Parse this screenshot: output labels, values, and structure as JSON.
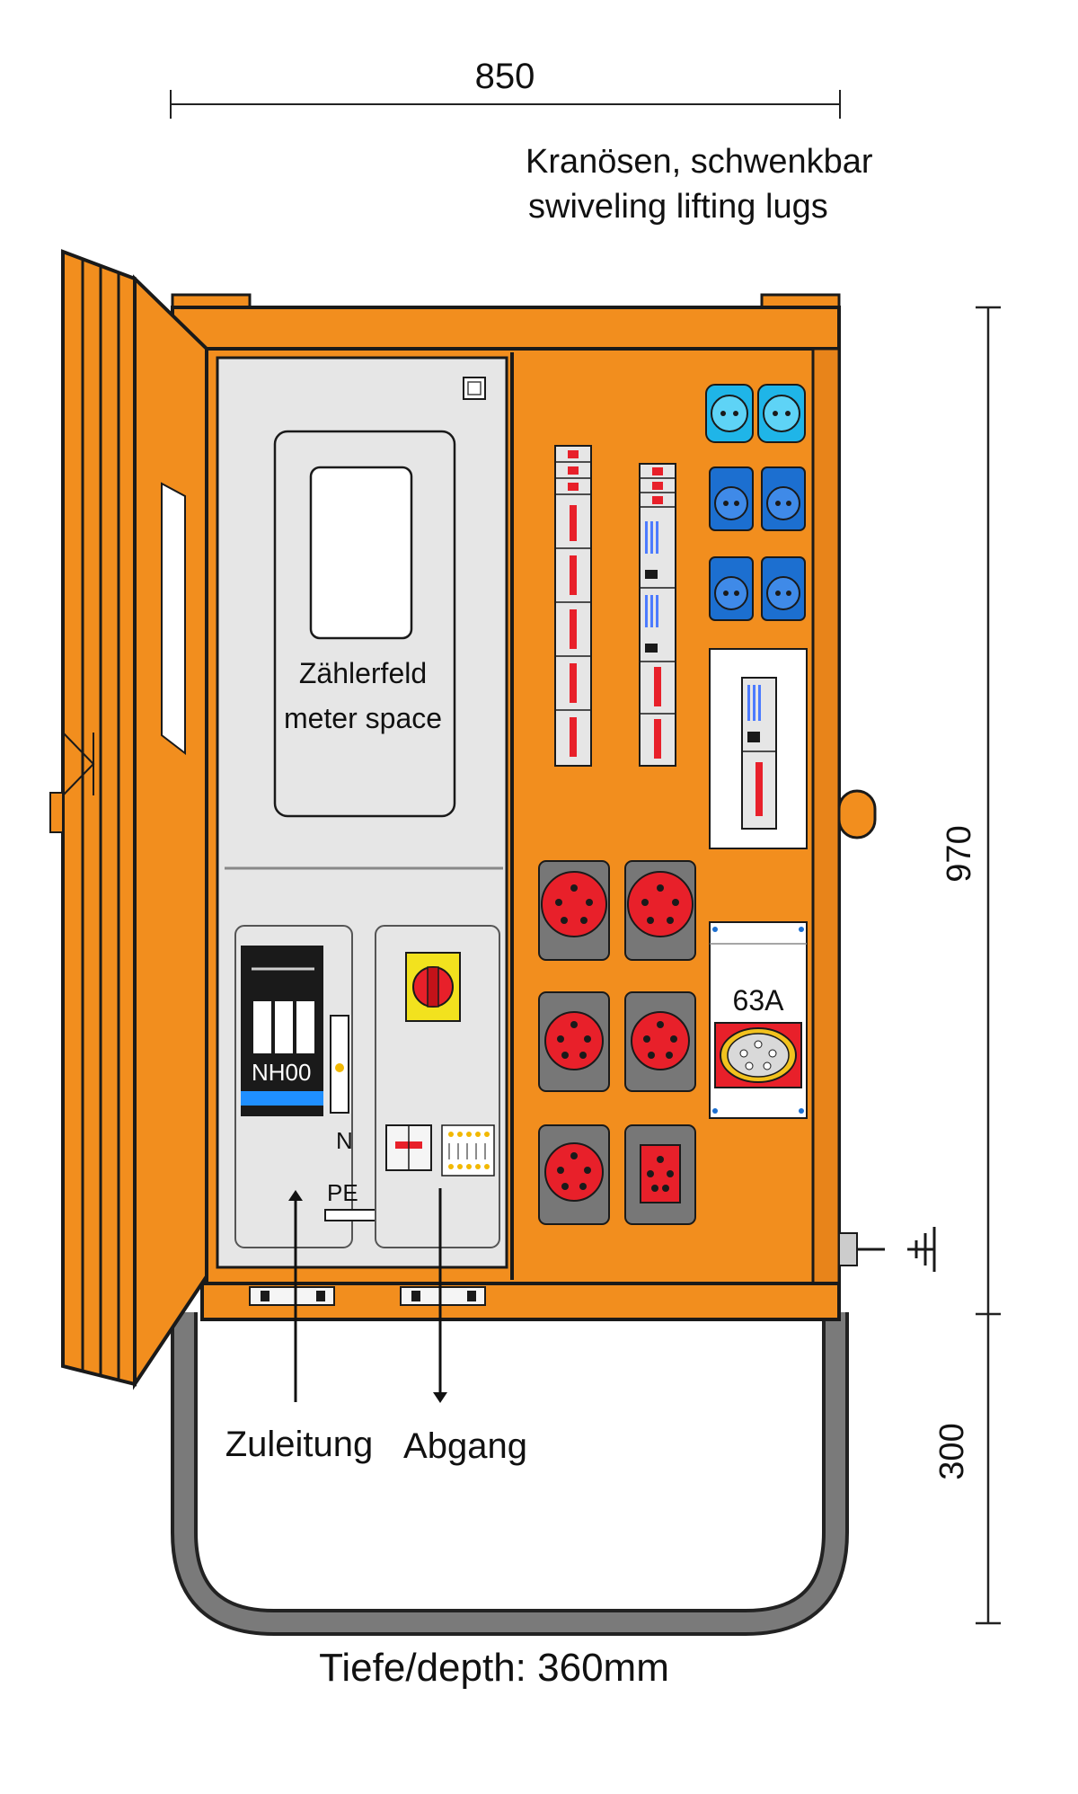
{
  "dimensions": {
    "width": "850",
    "height_cabinet": "970",
    "height_frame": "300"
  },
  "labels": {
    "lugs_de": "Kranösen, schwenkbar",
    "lugs_en": "swiveling lifting lugs",
    "meter_de": "Zählerfeld",
    "meter_en": "meter space",
    "fuse": "NH00",
    "neutral": "N",
    "pe": "PE",
    "socket_rating": "63A",
    "feed_in": "Zuleitung",
    "outgoing": "Abgang",
    "depth": "Tiefe/depth: 360mm"
  },
  "colors": {
    "cabinet": "#F28E1E",
    "outline": "#1a1a1a",
    "panel": "#E6E6E6",
    "cee_red": "#E8202A",
    "schuko_blue": "#1C6FD0",
    "socket_cyan": "#1FB5E8",
    "frame": "#777777"
  },
  "icons": [
    "ground-symbol-icon",
    "arrow-up-icon",
    "arrow-down-icon",
    "main-switch-icon"
  ]
}
